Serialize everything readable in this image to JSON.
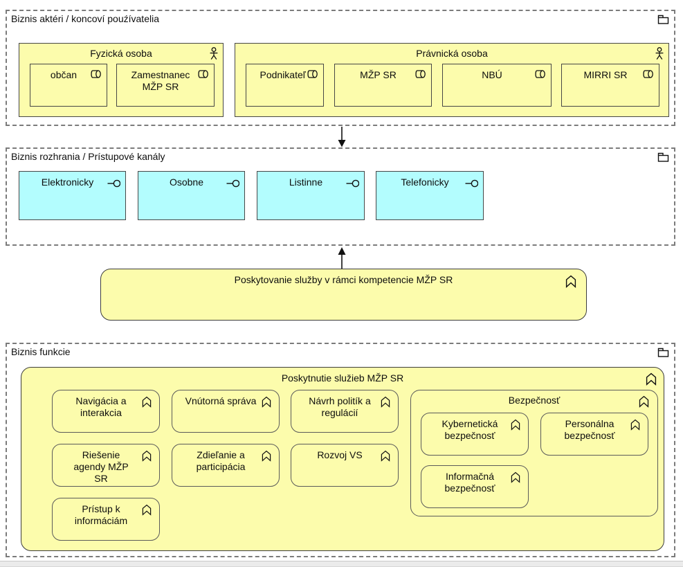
{
  "colors": {
    "business_yellow": "#FCFCAC",
    "interface_cyan": "#B3FDFE",
    "box_border": "#464646",
    "dashed_border": "#7b7b7b"
  },
  "icons": {
    "grouping": "folder-tab-icon",
    "actor": "business-actor-icon",
    "role": "business-role-icon",
    "interface": "business-interface-icon",
    "function": "business-function-icon"
  },
  "group1": {
    "title": "Biznis aktéri / koncoví pouźívatelia",
    "fyzicka": {
      "title": "Fyzická osoba",
      "items": [
        {
          "label": "občan"
        },
        {
          "label": "Zamestnanec MŽP SR"
        }
      ]
    },
    "pravnicka": {
      "title": "Právnická osoba",
      "items": [
        {
          "label": "Podnikateľ"
        },
        {
          "label": "MŽP SR"
        },
        {
          "label": "NBÚ"
        },
        {
          "label": "MIRRI SR"
        }
      ]
    }
  },
  "group2": {
    "title": "Biznis rozhrania / Prístupové kanály",
    "channels": [
      {
        "label": "Elektronicky"
      },
      {
        "label": "Osobne"
      },
      {
        "label": "Listinne"
      },
      {
        "label": "Telefonicky"
      }
    ]
  },
  "service": {
    "label": "Poskytovanie služby v rámci kompetencie MŽP SR"
  },
  "group3": {
    "title": "Biznis funkcie",
    "container_title": "Poskytnutie služieb MŽP SR",
    "functions": [
      {
        "label": "Navigácia a interakcia"
      },
      {
        "label": "Vnútorná správa"
      },
      {
        "label": "Návrh politík a regulácií"
      },
      {
        "label": "Riešenie agendy MŽP SR"
      },
      {
        "label": "Zdieľanie a participácia"
      },
      {
        "label": "Rozvoj VS"
      },
      {
        "label": "Prístup k informáciám"
      }
    ],
    "security": {
      "title": "Bezpečnosť",
      "items": [
        {
          "label": "Kybernetická bezpečnosť"
        },
        {
          "label": "Personálna bezpečnosť"
        },
        {
          "label": "Informačná bezpečnosť"
        }
      ]
    }
  }
}
